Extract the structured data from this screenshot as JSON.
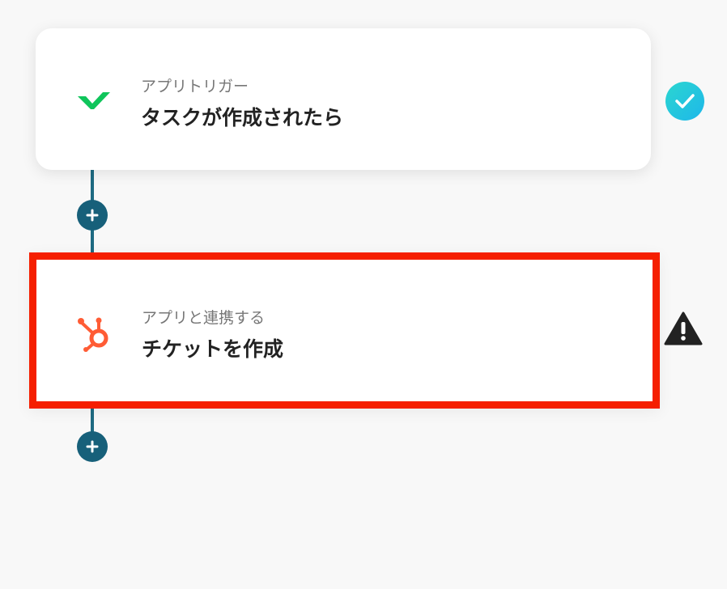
{
  "steps": [
    {
      "subtitle": "アプリトリガー",
      "title": "タスクが作成されたら",
      "icon": "wrike-checkmark-icon",
      "status": "success-check-icon",
      "accent": "#0fc55b"
    },
    {
      "subtitle": "アプリと連携する",
      "title": "チケットを作成",
      "icon": "hubspot-sprocket-icon",
      "status": "warning-icon",
      "accent": "#ff5c35",
      "highlight_color": "#f51f00"
    }
  ],
  "colors": {
    "connector": "#1e6b82",
    "add_button": "#17607a",
    "success": "#1ec8e0",
    "warning": "#222222"
  }
}
